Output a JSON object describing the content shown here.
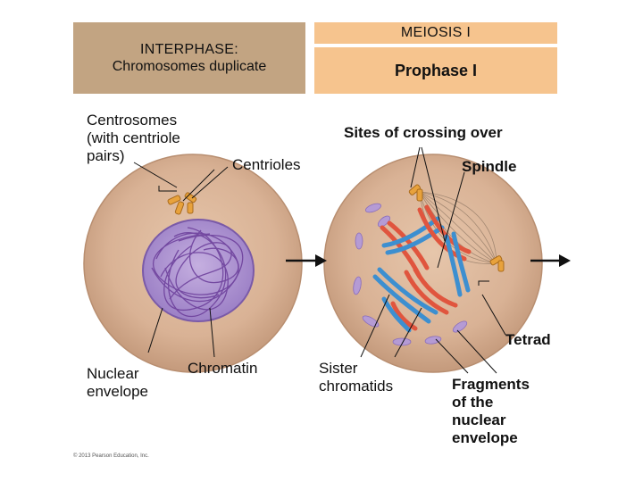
{
  "headers": {
    "interphase_title": "INTERPHASE:",
    "interphase_subtitle": "Chromosomes duplicate",
    "meiosis_title": "MEIOSIS I",
    "prophase_title": "Prophase I"
  },
  "labels": {
    "centrosomes": "Centrosomes\n(with centriole\npairs)",
    "centrioles": "Centrioles",
    "sites_crossing": "Sites of crossing over",
    "spindle": "Spindle",
    "tetrad": "Tetrad",
    "nuclear_envelope": "Nuclear\nenvelope",
    "chromatin": "Chromatin",
    "sister_chromatids": "Sister\nchromatids",
    "fragments": "Fragments\nof the\nnuclear\nenvelope"
  },
  "copyright": "© 2013 Pearson Education, Inc.",
  "colors": {
    "header_tan": "#c2a482",
    "header_orange": "#f6c48e",
    "cell": "#d9b295",
    "nucleus": "#b59bd4",
    "chromatin": "#6a3c99",
    "chromosome_red": "#e0553e",
    "chromosome_blue": "#3d8fd0"
  }
}
